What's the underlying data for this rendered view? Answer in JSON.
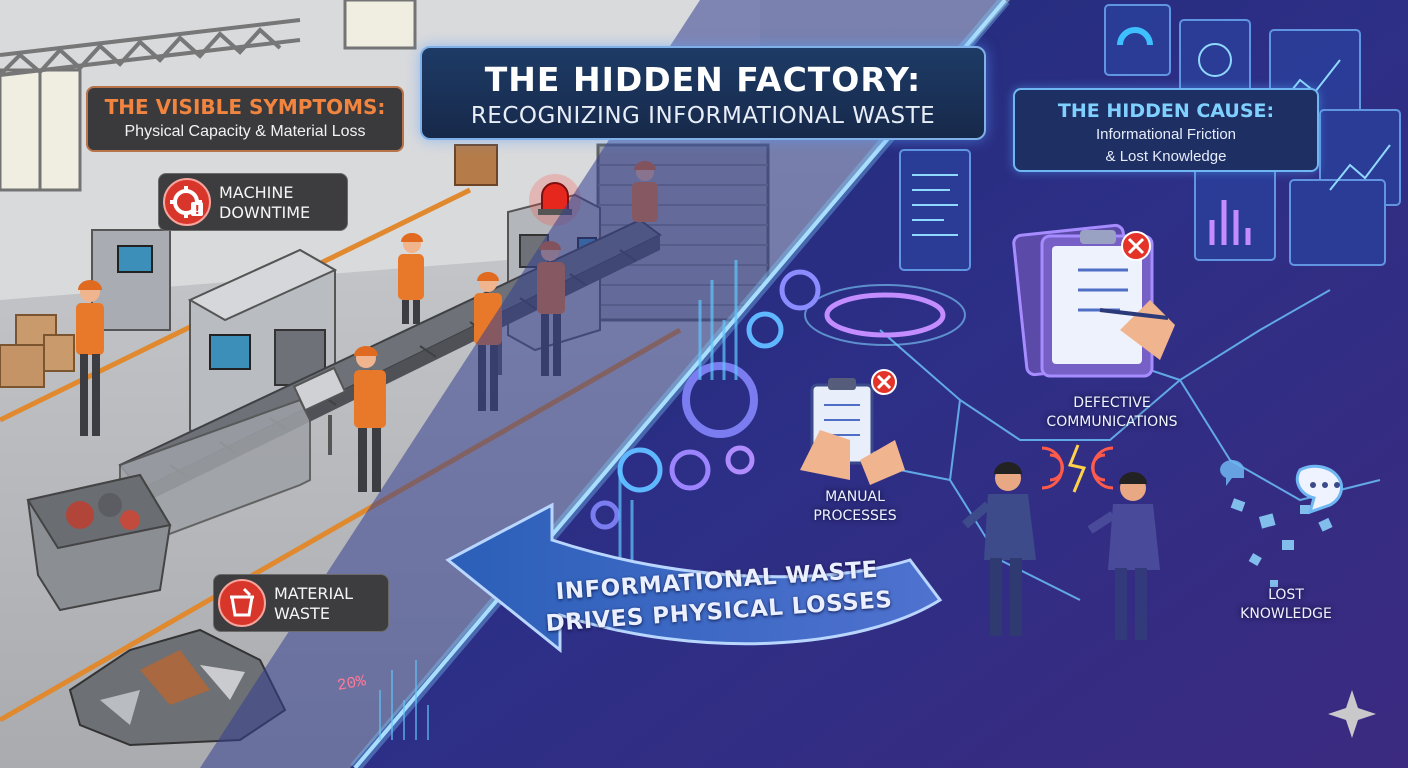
{
  "title": {
    "line1": "THE HIDDEN FACTORY:",
    "line2": "RECOGNIZING INFORMATIONAL WASTE"
  },
  "visible_symptoms": {
    "heading": "THE VISIBLE SYMPTOMS:",
    "subheading": "Physical Capacity & Material Loss"
  },
  "hidden_cause": {
    "heading": "THE HIDDEN CAUSE:",
    "line1": "Informational Friction",
    "line2": "& Lost Knowledge"
  },
  "machine_downtime": {
    "line1": "MACHINE",
    "line2": "DOWNTIME",
    "icon": "gear-warning-icon"
  },
  "material_waste": {
    "line1": "MATERIAL",
    "line2": "WASTE",
    "icon": "bin-icon"
  },
  "manual_processes": {
    "line1": "MANUAL",
    "line2": "PROCESSES"
  },
  "defective_communications": {
    "line1": "DEFECTIVE",
    "line2": "COMMUNICATIONS"
  },
  "lost_knowledge": {
    "line1": "LOST",
    "line2": "KNOWLEDGE"
  },
  "arrow_message": {
    "line1": "INFORMATIONAL WASTE",
    "line2": "DRIVES PHYSICAL LOSSES"
  },
  "data_readout": "20%",
  "colors": {
    "factory_floor": "#b7b9bd",
    "digital_bg": "#2b2f7a",
    "accent_orange": "#f1843f",
    "accent_red": "#d9362b",
    "accent_cyan": "#7fd0ff"
  }
}
